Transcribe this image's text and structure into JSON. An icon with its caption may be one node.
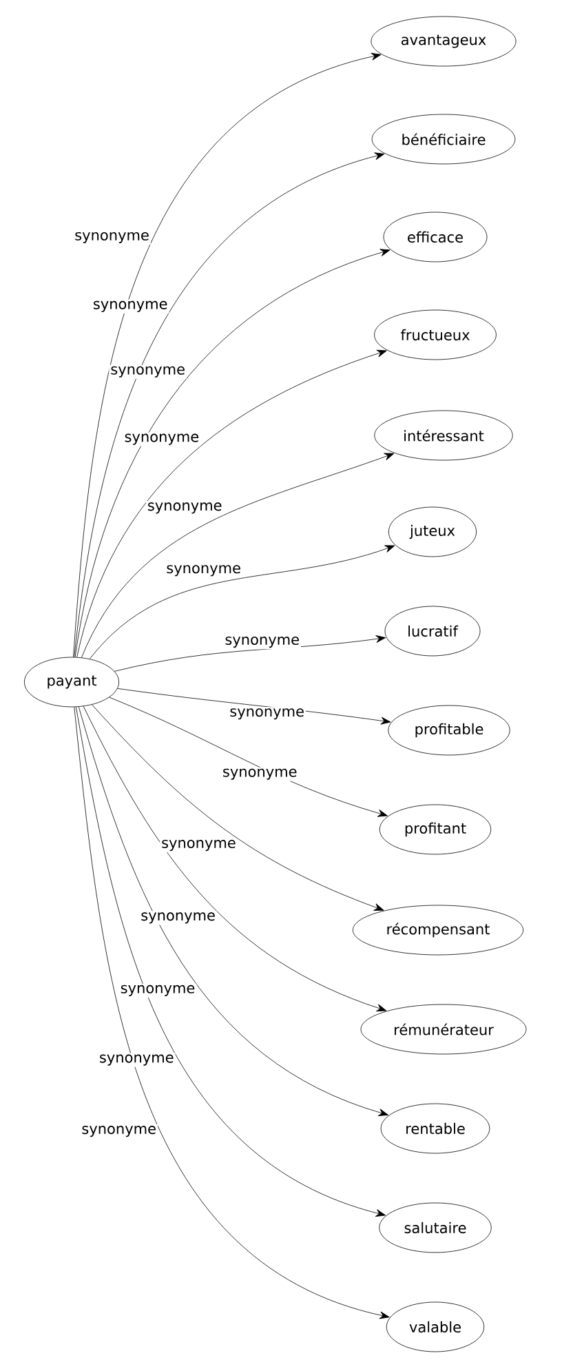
{
  "diagram": {
    "nodes": [
      {
        "text": [
          "payant"
        ]
      },
      {
        "text": [
          "avantageux"
        ]
      },
      {
        "text": [
          "bénéficiaire"
        ]
      },
      {
        "text": [
          "efficace"
        ]
      },
      {
        "text": [
          "fructueux"
        ]
      },
      {
        "text": [
          "intéressant"
        ]
      },
      {
        "text": [
          "juteux"
        ]
      },
      {
        "text": [
          "lucratif"
        ]
      },
      {
        "text": [
          "profitable"
        ]
      },
      {
        "text": [
          "profitant"
        ]
      },
      {
        "text": [
          "récompensant"
        ]
      },
      {
        "text": [
          "rémunérateur"
        ]
      },
      {
        "text": [
          "rentable"
        ]
      },
      {
        "text": [
          "salutaire"
        ]
      },
      {
        "text": [
          "valable"
        ]
      }
    ],
    "edges": [
      {
        "from": 0,
        "to": 1,
        "arrow": "to",
        "label": "synonyme"
      },
      {
        "from": 0,
        "to": 2,
        "arrow": "to",
        "label": "synonyme"
      },
      {
        "from": 0,
        "to": 3,
        "arrow": "to",
        "label": "synonyme"
      },
      {
        "from": 0,
        "to": 4,
        "arrow": "to",
        "label": "synonyme"
      },
      {
        "from": 0,
        "to": 5,
        "arrow": "to",
        "label": "synonyme"
      },
      {
        "from": 0,
        "to": 6,
        "arrow": "to",
        "label": "synonyme"
      },
      {
        "from": 0,
        "to": 7,
        "arrow": "to",
        "label": "synonyme"
      },
      {
        "from": 0,
        "to": 8,
        "arrow": "to",
        "label": "synonyme"
      },
      {
        "from": 0,
        "to": 9,
        "arrow": "to",
        "label": "synonyme"
      },
      {
        "from": 0,
        "to": 10,
        "arrow": "to",
        "label": "synonyme"
      },
      {
        "from": 0,
        "to": 11,
        "arrow": "to",
        "label": "synonyme"
      },
      {
        "from": 0,
        "to": 12,
        "arrow": "to",
        "label": "synonyme"
      },
      {
        "from": 0,
        "to": 13,
        "arrow": "to",
        "label": "synonyme"
      },
      {
        "from": 0,
        "to": 14,
        "arrow": "to",
        "label": "synonyme"
      }
    ]
  }
}
